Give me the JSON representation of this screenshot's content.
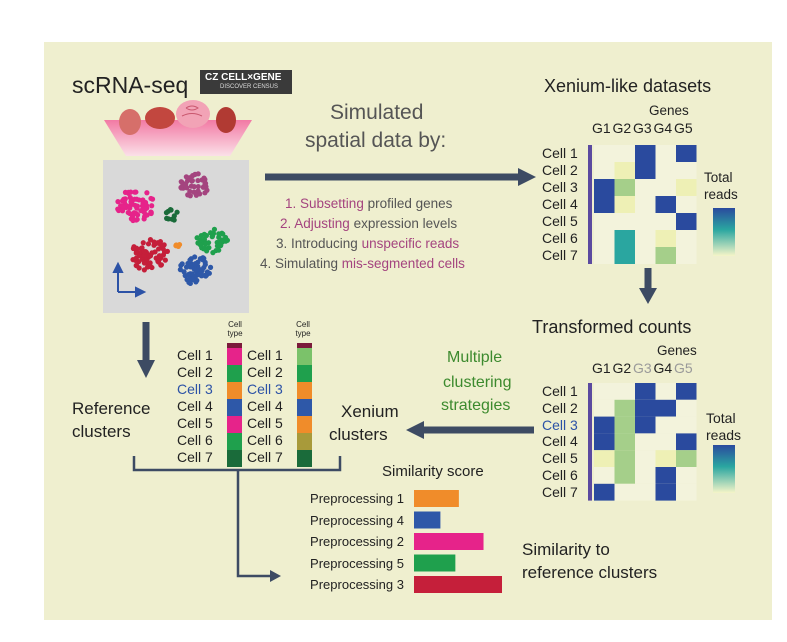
{
  "title": "scRNA-seq",
  "logo": {
    "line1": "CZ CELL×GENE",
    "line2": "DISCOVER CENSUS"
  },
  "simulated": {
    "line1": "Simulated",
    "line2": "spatial data by:"
  },
  "steps": [
    {
      "num": "1.",
      "highlight": "Subsetting",
      "rest": " profiled genes"
    },
    {
      "num": "2.",
      "highlight": "Adjusting",
      "rest": " expression levels"
    },
    {
      "prefix": "3. Introducing ",
      "highlight": "unspecific reads"
    },
    {
      "prefix": "4. Simulating ",
      "highlight": "mis-segmented cells"
    }
  ],
  "xenium_like": {
    "title": "Xenium-like datasets",
    "genes_label": "Genes",
    "genes": [
      "G1",
      "G2",
      "G3",
      "G4",
      "G5"
    ],
    "total_reads": [
      "Total",
      "reads"
    ]
  },
  "transformed": {
    "title": "Transformed counts",
    "genes_label": "Genes",
    "genes": [
      "G1",
      "G2",
      "G3",
      "G4",
      "G5"
    ],
    "total_reads": [
      "Total",
      "reads"
    ]
  },
  "cells": [
    "Cell 1",
    "Cell 2",
    "Cell 3",
    "Cell 4",
    "Cell 5",
    "Cell 6",
    "Cell 7"
  ],
  "cell_type_label": "Cell type",
  "reference_clusters": {
    "line1": "Reference",
    "line2": "clusters"
  },
  "xenium_clusters": {
    "line1": "Xenium",
    "line2": "clusters"
  },
  "strategies": {
    "line1": "Multiple",
    "line2": "clustering",
    "line3": "strategies"
  },
  "similarity": {
    "title": "Similarity score",
    "note1": "Similarity to",
    "note2": "reference clusters"
  },
  "chart_data": {
    "type": "bar",
    "categories": [
      "Preprocessing 1",
      "Preprocessing 4",
      "Preprocessing 2",
      "Preprocessing 5",
      "Preprocessing 3"
    ],
    "values": [
      0.51,
      0.3,
      0.79,
      0.47,
      1.0
    ],
    "colors": [
      "#f08c2a",
      "#2e58a8",
      "#e6238a",
      "#1fa04d",
      "#c51f3a"
    ],
    "title": "Similarity score"
  },
  "colors": {
    "panel": "#efefcf",
    "arrow": "#3d4b63",
    "purple": "#a4447f",
    "green_text": "#3c8a2e",
    "blue_text": "#2c52a6"
  }
}
